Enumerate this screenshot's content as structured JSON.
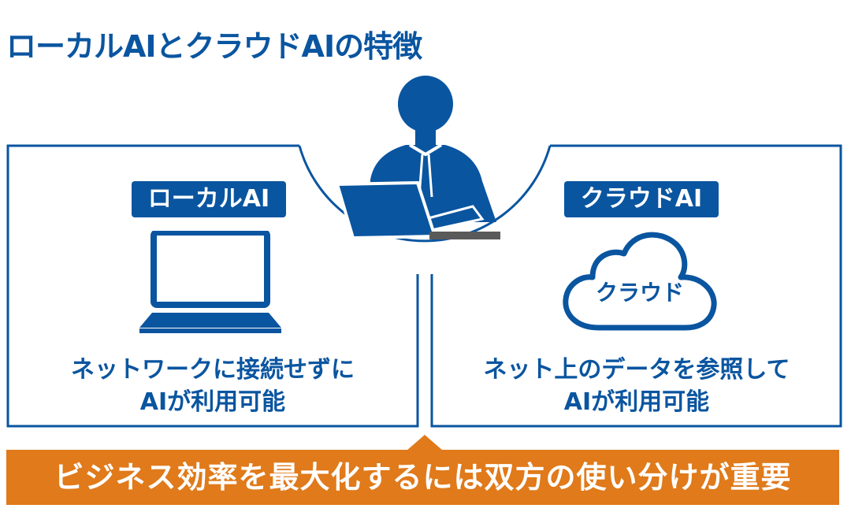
{
  "title": "ローカルAIとクラウドAIの特徴",
  "local": {
    "tag": "ローカルAI",
    "desc_line1": "ネットワークに接続せずに",
    "desc_line2": "AIが利用可能",
    "icon": "laptop-icon"
  },
  "cloud": {
    "tag": "クラウドAI",
    "cloud_label": "クラウド",
    "desc_line1": "ネット上のデータを参照して",
    "desc_line2": "AIが利用可能",
    "icon": "cloud-icon"
  },
  "center_icon": "person-with-laptop-icon",
  "banner": "ビジネス効率を最大化するには双方の使い分けが重要",
  "colors": {
    "primary": "#0a55a0",
    "accent": "#e07a1a",
    "background": "#ffffff"
  }
}
